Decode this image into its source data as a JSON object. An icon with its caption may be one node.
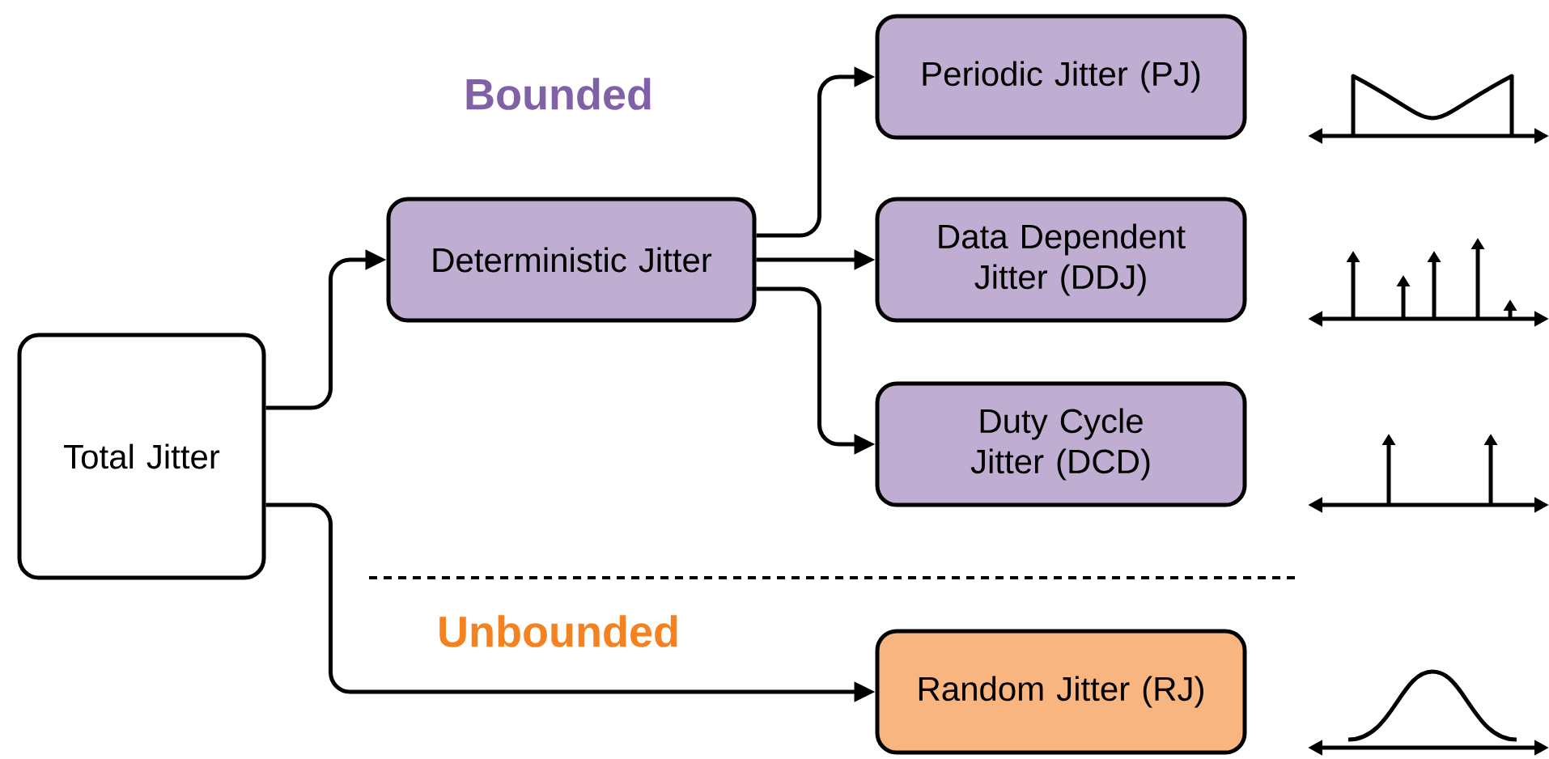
{
  "diagram": {
    "nodes": [
      {
        "text": [
          "Total Jitter"
        ]
      },
      {
        "text": [
          "Deterministic Jitter"
        ]
      },
      {
        "text": [
          "Periodic Jitter (PJ)"
        ]
      },
      {
        "text": [
          "Data Dependent Jitter (DDJ)"
        ]
      },
      {
        "text": [
          "Duty Cycle Jitter (DCD)"
        ]
      },
      {
        "text": [
          "Random Jitter (RJ)"
        ]
      }
    ],
    "edges": [
      {
        "from": 0,
        "to": 1,
        "arrow": "to"
      },
      {
        "from": 1,
        "to": 2,
        "arrow": "to"
      },
      {
        "from": 1,
        "to": 3,
        "arrow": "to"
      },
      {
        "from": 1,
        "to": 4,
        "arrow": "to"
      },
      {
        "from": 0,
        "to": 5,
        "arrow": "to"
      }
    ],
    "labels": [
      "Bounded",
      "Unbounded"
    ]
  }
}
